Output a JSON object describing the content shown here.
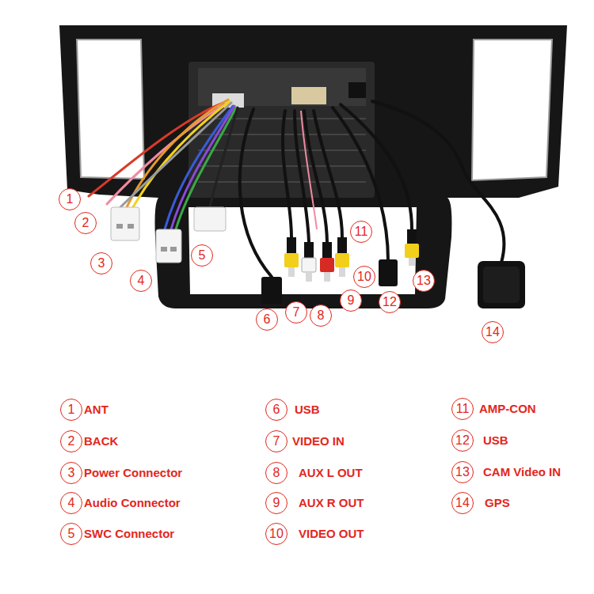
{
  "diagram": {
    "nodes": [
      {
        "text": [
          "1"
        ]
      },
      {
        "text": [
          "2"
        ]
      },
      {
        "text": [
          "3"
        ]
      },
      {
        "text": [
          "4"
        ]
      },
      {
        "text": [
          "5"
        ]
      },
      {
        "text": [
          "6"
        ]
      },
      {
        "text": [
          "7"
        ]
      },
      {
        "text": [
          "8"
        ]
      },
      {
        "text": [
          "9"
        ]
      },
      {
        "text": [
          "10"
        ]
      },
      {
        "text": [
          "11"
        ]
      },
      {
        "text": [
          "12"
        ]
      },
      {
        "text": [
          "13"
        ]
      },
      {
        "text": [
          "14"
        ]
      },
      {
        "text": [
          "1"
        ]
      },
      {
        "text": [
          "2"
        ]
      },
      {
        "text": [
          "3"
        ]
      },
      {
        "text": [
          "4"
        ]
      },
      {
        "text": [
          "5"
        ]
      },
      {
        "text": [
          "6"
        ]
      },
      {
        "text": [
          "7"
        ]
      },
      {
        "text": [
          "8"
        ]
      },
      {
        "text": [
          "9"
        ]
      },
      {
        "text": [
          "10"
        ]
      },
      {
        "text": [
          "11"
        ]
      },
      {
        "text": [
          "12"
        ]
      },
      {
        "text": [
          "13"
        ]
      },
      {
        "text": [
          "14"
        ]
      }
    ],
    "labels": [
      "ANT",
      "BACK",
      "Power Connector",
      "Audio Connector",
      "SWC Connector",
      "USB",
      "VIDEO IN",
      "AUX L OUT",
      "AUX R OUT",
      "VIDEO OUT",
      "AMP-CON",
      "USB",
      "CAM Video IN",
      "GPS"
    ]
  }
}
